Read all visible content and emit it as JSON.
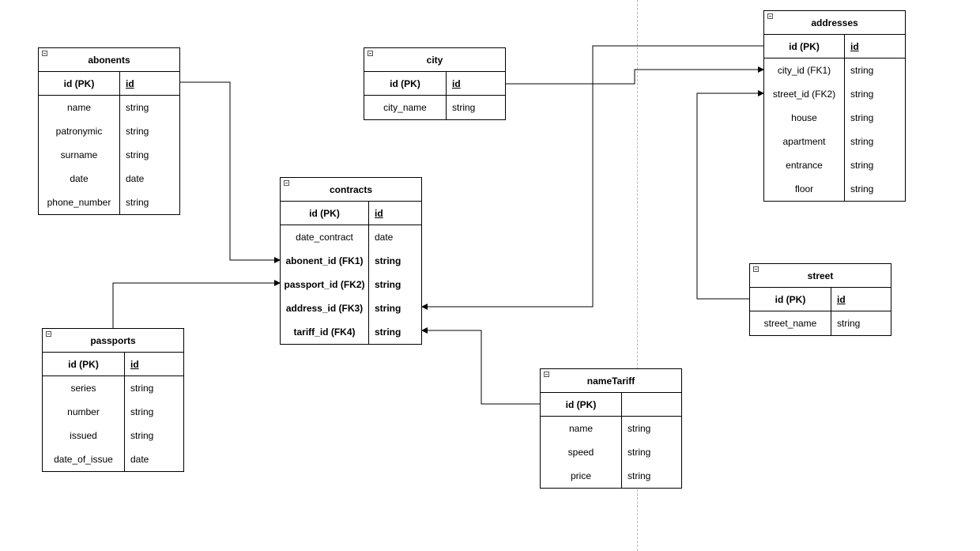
{
  "diagram": {
    "tables": {
      "abonents": {
        "title": "abonents",
        "pk": {
          "name": "id (PK)",
          "type": "id"
        },
        "fields": [
          {
            "name": "name",
            "type": "string"
          },
          {
            "name": "patronymic",
            "type": "string"
          },
          {
            "name": "surname",
            "type": "string"
          },
          {
            "name": "date",
            "type": "date"
          },
          {
            "name": "phone_number",
            "type": "string"
          }
        ]
      },
      "city": {
        "title": "city",
        "pk": {
          "name": "id (PK)",
          "type": "id"
        },
        "fields": [
          {
            "name": "city_name",
            "type": "string"
          }
        ]
      },
      "addresses": {
        "title": "addresses",
        "pk": {
          "name": "id (PK)",
          "type": "id"
        },
        "fields": [
          {
            "name": "city_id (FK1)",
            "type": "string"
          },
          {
            "name": "street_id (FK2)",
            "type": "string"
          },
          {
            "name": "house",
            "type": "string"
          },
          {
            "name": "apartment",
            "type": "string"
          },
          {
            "name": "entrance",
            "type": "string"
          },
          {
            "name": "floor",
            "type": "string"
          }
        ]
      },
      "contracts": {
        "title": "contracts",
        "pk": {
          "name": "id (PK)",
          "type": "id"
        },
        "fields": [
          {
            "name": "date_contract",
            "type": "date"
          },
          {
            "name": "abonent_id (FK1)",
            "type": "string"
          },
          {
            "name": "passport_id (FK2)",
            "type": "string"
          },
          {
            "name": "address_id (FK3)",
            "type": "string"
          },
          {
            "name": "tariff_id (FK4)",
            "type": "string"
          }
        ]
      },
      "street": {
        "title": "street",
        "pk": {
          "name": "id (PK)",
          "type": "id"
        },
        "fields": [
          {
            "name": "street_name",
            "type": "string"
          }
        ]
      },
      "passports": {
        "title": "passports",
        "pk": {
          "name": "id (PK)",
          "type": "id"
        },
        "fields": [
          {
            "name": "series",
            "type": "string"
          },
          {
            "name": "number",
            "type": "string"
          },
          {
            "name": "issued",
            "type": "string"
          },
          {
            "name": "date_of_issue",
            "type": "date"
          }
        ]
      },
      "nameTariff": {
        "title": "nameTariff",
        "pk": {
          "name": "id (PK)",
          "type": ""
        },
        "fields": [
          {
            "name": "name",
            "type": "string"
          },
          {
            "name": "speed",
            "type": "string"
          },
          {
            "name": "price",
            "type": "string"
          }
        ]
      }
    },
    "relations": [
      {
        "from": "abonents.id",
        "to": "contracts.abonent_id"
      },
      {
        "from": "passports.id",
        "to": "contracts.passport_id"
      },
      {
        "from": "addresses.id",
        "to": "contracts.address_id"
      },
      {
        "from": "nameTariff.id",
        "to": "contracts.tariff_id"
      },
      {
        "from": "city.id",
        "to": "addresses.city_id"
      },
      {
        "from": "street.id",
        "to": "addresses.street_id"
      }
    ]
  }
}
